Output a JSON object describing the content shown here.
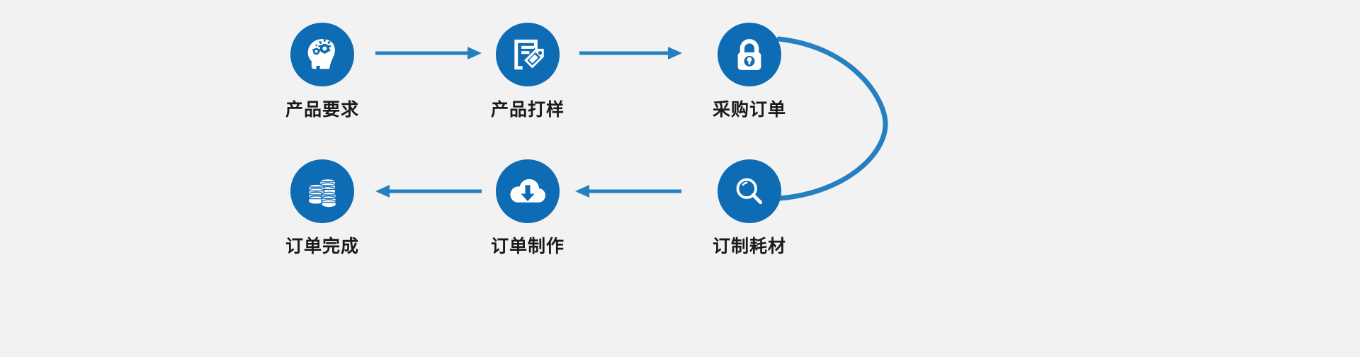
{
  "page": {
    "background_color": "#f2f2f2",
    "node_color": "#0e6cb4",
    "connector_color": "#2480c0",
    "label_color": "#1a1a1a"
  },
  "flow": {
    "nodes": [
      {
        "id": "product-requirement",
        "label": "产品要求",
        "icon": "head-gears-icon",
        "row": "top",
        "order": 1
      },
      {
        "id": "product-sampling",
        "label": "产品打样",
        "icon": "document-tag-icon",
        "row": "top",
        "order": 2
      },
      {
        "id": "purchase-order",
        "label": "采购订单",
        "icon": "lock-icon",
        "row": "top",
        "order": 3
      },
      {
        "id": "order-complete",
        "label": "订单完成",
        "icon": "coins-icon",
        "row": "bottom",
        "order": 6
      },
      {
        "id": "order-production",
        "label": "订单制作",
        "icon": "cloud-download-icon",
        "row": "bottom",
        "order": 5
      },
      {
        "id": "custom-consumables",
        "label": "订制耗材",
        "icon": "magnifier-icon",
        "row": "bottom",
        "order": 4
      }
    ],
    "connectors": [
      {
        "id": "arrow-req-to-sample",
        "type": "straight-arrow",
        "direction": "right"
      },
      {
        "id": "arrow-sample-to-po",
        "type": "straight-arrow",
        "direction": "right"
      },
      {
        "id": "arrow-prod-to-complete",
        "type": "straight-arrow",
        "direction": "left"
      },
      {
        "id": "arrow-consum-to-prod",
        "type": "straight-arrow",
        "direction": "left"
      },
      {
        "id": "arc-po-to-consumables",
        "type": "curved-arc",
        "direction": "down"
      }
    ]
  }
}
